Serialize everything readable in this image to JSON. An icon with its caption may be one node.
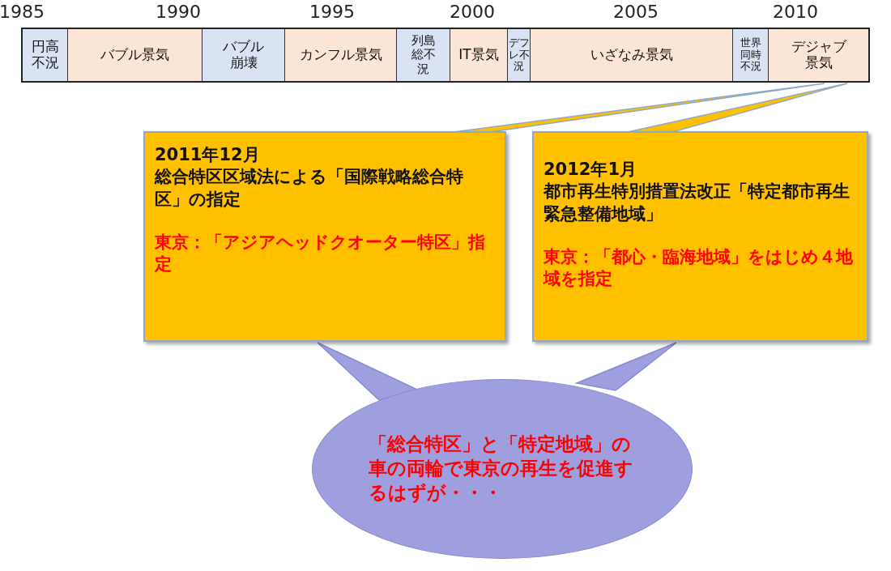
{
  "diagram": {
    "nodes": [
      {
        "text": [
          "円高不況"
        ]
      },
      {
        "text": [
          "バブル景気"
        ]
      },
      {
        "text": [
          "バブル崩壊"
        ]
      },
      {
        "text": [
          "カンフル景気"
        ]
      },
      {
        "text": [
          "列島総不況"
        ]
      },
      {
        "text": [
          "IT景気"
        ]
      },
      {
        "text": [
          "デフレ不況"
        ]
      },
      {
        "text": [
          "いざなみ景気"
        ]
      },
      {
        "text": [
          "世界同時不況"
        ]
      },
      {
        "text": [
          "デジャブ景気"
        ]
      },
      {
        "text": [
          "2011年12月",
          "総合特区区域法による「国際戦略総合特区」の指定",
          "東京：「アジアヘッドクオーター特区」指定"
        ]
      },
      {
        "text": [
          "2012年1月",
          "都市再生特別措置法改正「特定都市再生緊急整備地域」",
          "東京：「都心・臨海地域」をはじめ４地域を指定"
        ]
      },
      {
        "text": [
          "「総合特区」と「特定地域」の車の両輪で東京の再生を促進するはずが・・・"
        ]
      }
    ],
    "edges": [
      {
        "from": 10,
        "to": 9,
        "arrow": "none"
      },
      {
        "from": 11,
        "to": 9,
        "arrow": "none"
      },
      {
        "from": 12,
        "to": 10,
        "arrow": "none"
      },
      {
        "from": 12,
        "to": 11,
        "arrow": "none"
      }
    ],
    "labels": [
      "1985",
      "1990",
      "1995",
      "2000",
      "2005",
      "2010"
    ]
  }
}
